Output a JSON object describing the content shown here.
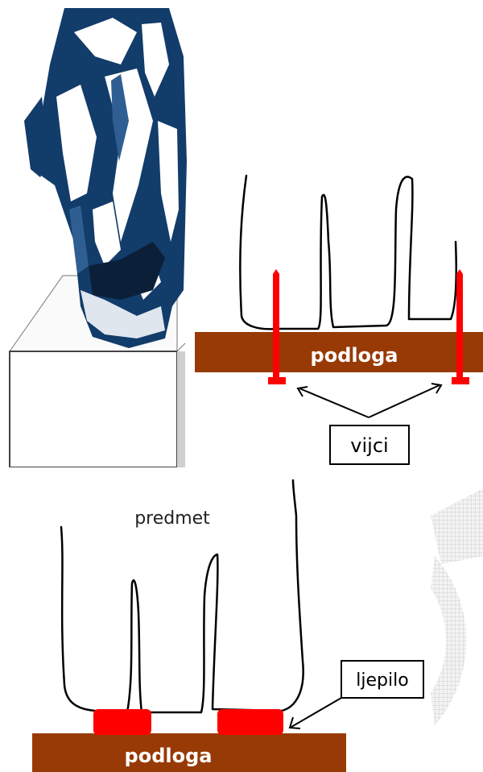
{
  "diagram_top": {
    "base_label": "podloga",
    "callout_label": "vijci"
  },
  "diagram_bottom": {
    "object_label": "predmet",
    "base_label": "podloga",
    "callout_label": "ljepilo"
  },
  "colors": {
    "base": "#983a05",
    "fastener": "#ff0000",
    "statue_dark": "#123c6a",
    "outline": "#000000",
    "watermark": "#d9d9d9"
  }
}
